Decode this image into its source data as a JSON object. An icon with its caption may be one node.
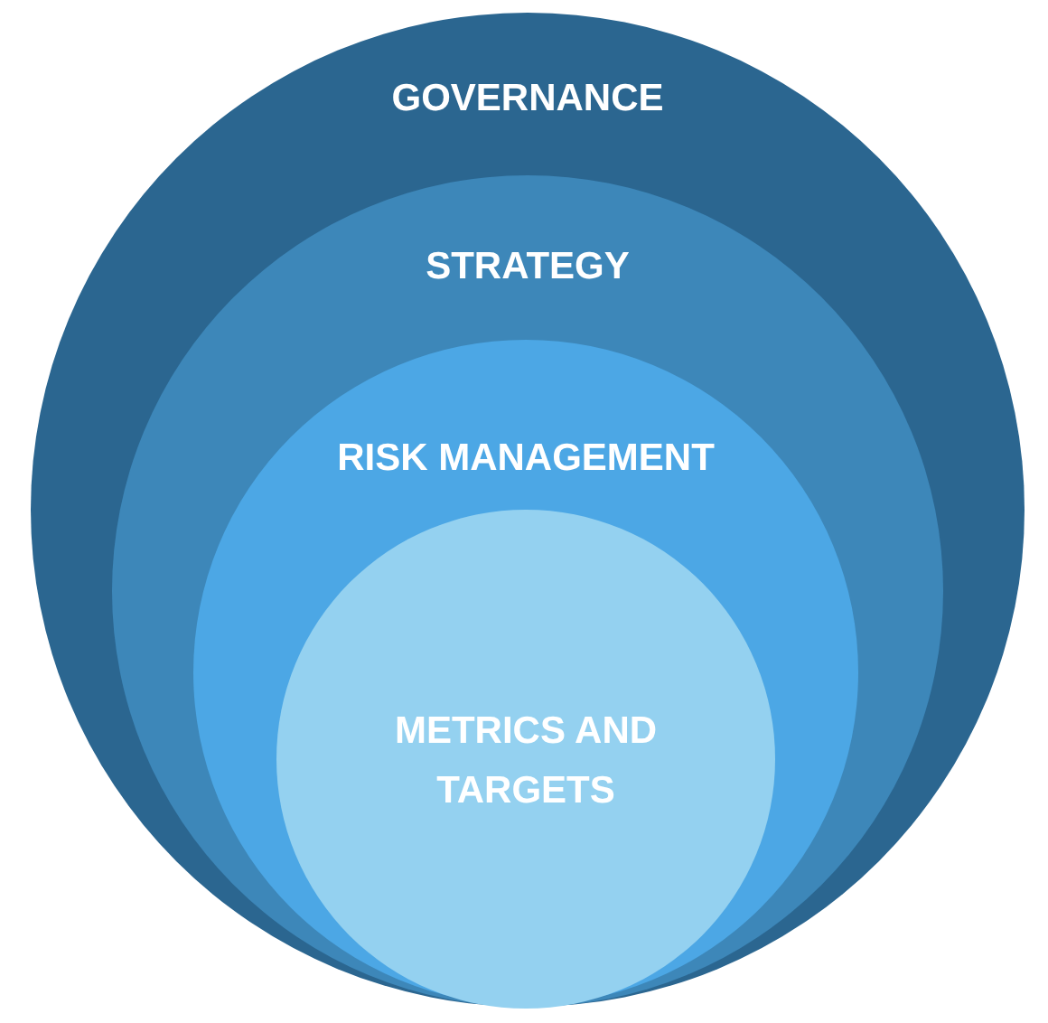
{
  "diagram": {
    "nodes": [
      {
        "text": [
          "GOVERNANCE"
        ]
      },
      {
        "text": [
          "STRATEGY"
        ],
        "in": 0
      },
      {
        "text": [
          "RISK MANAGEMENT"
        ],
        "in": 1
      },
      {
        "text": [
          "METRICS AND TARGETS"
        ],
        "in": 2
      }
    ]
  }
}
